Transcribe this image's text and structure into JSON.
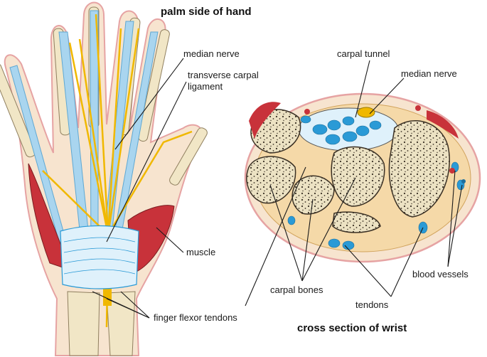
{
  "titles": {
    "hand": "palm side of hand",
    "wrist": "cross section of wrist"
  },
  "labels": {
    "median_nerve_hand": "median nerve",
    "transverse_carpal_1": "transverse carpal",
    "transverse_carpal_2": "ligament",
    "muscle": "muscle",
    "finger_flexor_tendons": "finger flexor tendons",
    "carpal_tunnel": "carpal tunnel",
    "median_nerve_wrist": "median nerve",
    "carpal_bones": "carpal bones",
    "tendons": "tendons",
    "blood_vessels": "blood vessels"
  },
  "colors": {
    "skin": "#f7e4cf",
    "skin_outline": "#e6a3a3",
    "bone": "#f1e6c6",
    "tendon": "#a9d5ef",
    "tendon_dark": "#2a9ad6",
    "nerve": "#f0b800",
    "muscle": "#c8323a",
    "ligament": "#dff1fb"
  }
}
